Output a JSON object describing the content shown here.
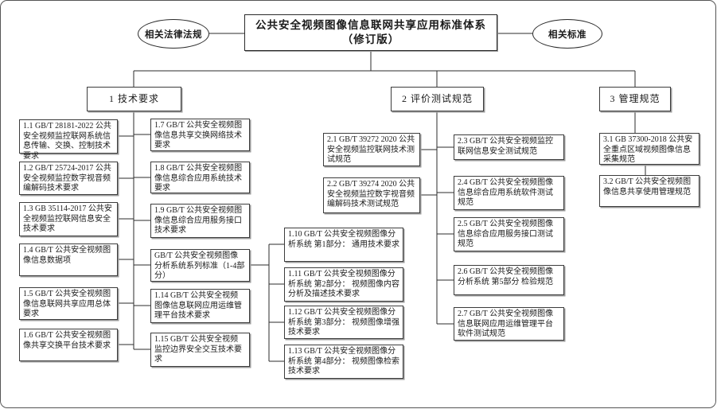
{
  "diagram": {
    "title": {
      "line1": "公共安全视频图像信息联网共享应用标准体系",
      "line2": "（修订版）"
    },
    "left_node": "相关法律法规",
    "right_node": "相关标准",
    "branch1": {
      "label": "1 技术要求",
      "col_a": [
        "1.1 GB/T 28181-2022 公共安全视频监控联网系统信息传输、交换、控制技术要求",
        "1.2 GB/T 25724-2017 公共安全视频监控数字视音频编解码技术要求",
        "1.3 GB 35114-2017 公共安全视频监控联网信息安全技术要求",
        "1.4 GB/T 公共安全视频图像信息数据项",
        "1.5 GB/T 公共安全视频图像信息联网共享应用总体要求",
        "1.6 GB/T 公共安全视频图像共享交换平台技术要求"
      ],
      "col_b": [
        "1.7 GB/T 公共安全视频图像信息共享交换网络技术要求",
        "1.8 GB/T 公共安全视频图像信息综合应用系统技术要求",
        "1.9 GB/T 公共安全视频图像信息综合应用服务接口技术要求",
        "GB/T 公共安全视频图像分析系统系列标准（1-4部分）",
        "1.14 GB/T 公共安全视频图像信息联网应用运维管理平台技术要求",
        "1.15 GB/T 公共安全视频监控边界安全交互技术要求"
      ],
      "col_c": [
        "1.10 GB/T 公共安全视频图像分析系统 第1部分： 通用技术要求",
        "1.11 GB/T 公共安全视频图像分析系统 第2部分： 视频图像内容分析及描述技术要求",
        "1.12 GB/T 公共安全视频图像分析系统 第3部分： 视频图像增强技术要求",
        "1.13 GB/T 公共安全视频图像分析系统 第4部分： 视频图像检索技术要求"
      ]
    },
    "branch2": {
      "label": "2 评价测试规范",
      "col_a": [
        "2.1 GB/T 39272 2020 公共安全视频监控联网技术测试规范",
        "2.2 GB/T 39274 2020 公共安全视频监控数字视音频编解码技术测试规范"
      ],
      "col_b": [
        "2.3 GB/T 公共安全视频监控联网信息安全测试规范",
        "2.4 GB/T 公共安全视频图像信息综合应用系统软件测试规范",
        "2.5 GB/T 公共安全视频图像信息综合应用服务接口测试规范",
        "2.6 GB/T 公共安全视频图像分析系统 第5部分 检验规范",
        "2.7 GB/T 公共安全视频图像信息联网应用运维管理平台软件测试规范"
      ]
    },
    "branch3": {
      "label": "3 管理规范",
      "items": [
        "3.1 GB 37300-2018 公共安全重点区域视频图像信息采集规范",
        "3.2 GB/T 公共安全视频图像信息共享使用管理规范"
      ]
    },
    "line_color": "#2b2b2b"
  }
}
